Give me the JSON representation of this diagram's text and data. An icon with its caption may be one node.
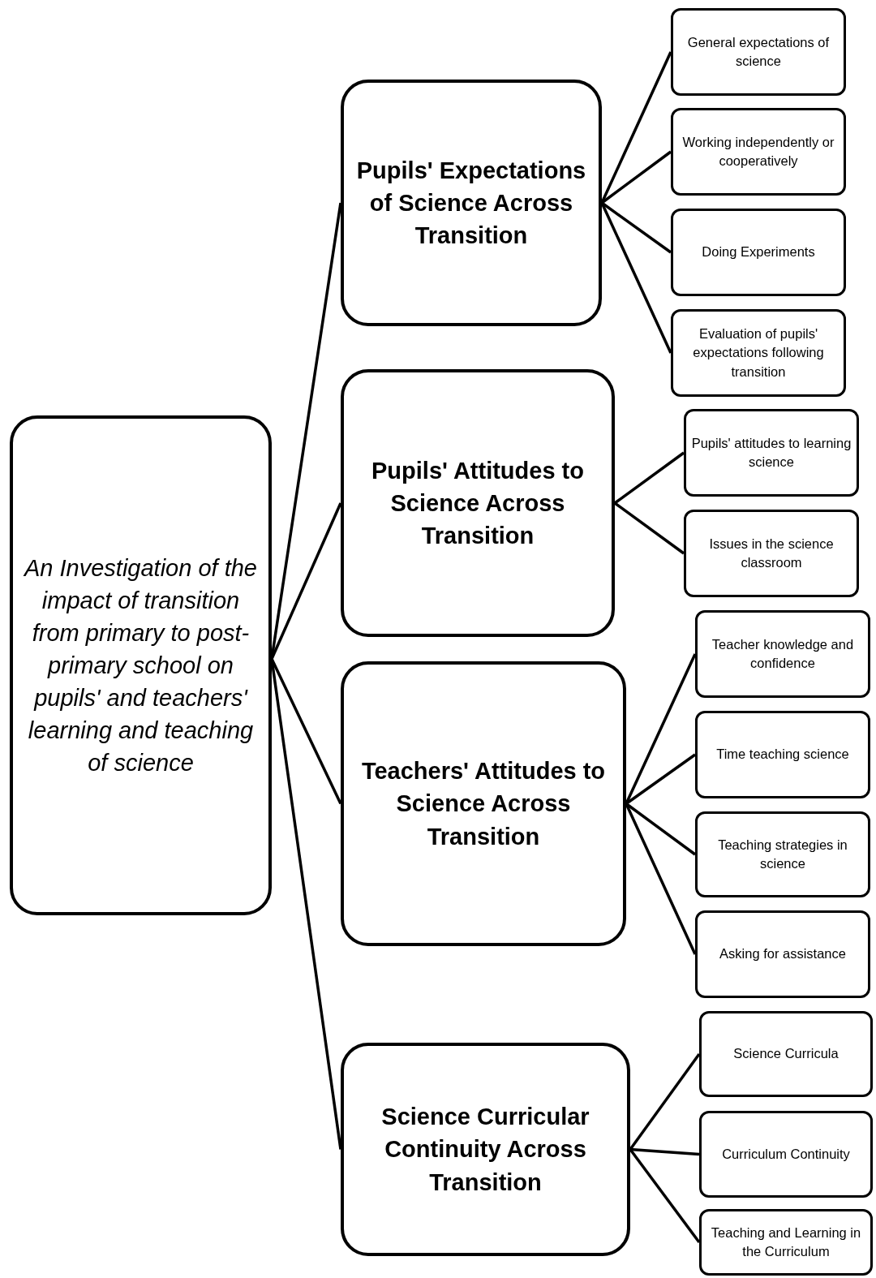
{
  "diagram": {
    "nodes": [
      {
        "text": [
          "An Investigation of the impact of transition from primary to post-primary school on pupils' and teachers' learning and teaching of science"
        ]
      },
      {
        "text": [
          "Pupils' Expectations of Science Across Transition"
        ]
      },
      {
        "text": [
          "General expectations of science"
        ]
      },
      {
        "text": [
          "Working independently or cooperatively"
        ]
      },
      {
        "text": [
          "Doing Experiments"
        ]
      },
      {
        "text": [
          "Evaluation of pupils' expectations following transition"
        ]
      },
      {
        "text": [
          "Pupils' Attitudes to Science Across Transition"
        ]
      },
      {
        "text": [
          "Pupils' attitudes to learning science"
        ]
      },
      {
        "text": [
          "Issues in the science classroom"
        ]
      },
      {
        "text": [
          "Teachers' Attitudes to Science Across Transition"
        ]
      },
      {
        "text": [
          "Teacher knowledge and confidence"
        ]
      },
      {
        "text": [
          "Time teaching science"
        ]
      },
      {
        "text": [
          "Teaching strategies in science"
        ]
      },
      {
        "text": [
          "Asking for assistance"
        ]
      },
      {
        "text": [
          "Science Curricular Continuity Across Transition"
        ]
      },
      {
        "text": [
          "Science Curricula"
        ]
      },
      {
        "text": [
          "Curriculum Continuity"
        ]
      },
      {
        "text": [
          "Teaching and Learning in the Curriculum"
        ]
      }
    ],
    "edges": [
      {
        "from": 0,
        "to": 1,
        "arrow": "none"
      },
      {
        "from": 0,
        "to": 6,
        "arrow": "none"
      },
      {
        "from": 0,
        "to": 9,
        "arrow": "none"
      },
      {
        "from": 0,
        "to": 14,
        "arrow": "none"
      },
      {
        "from": 1,
        "to": 2,
        "arrow": "none"
      },
      {
        "from": 1,
        "to": 3,
        "arrow": "none"
      },
      {
        "from": 1,
        "to": 4,
        "arrow": "none"
      },
      {
        "from": 1,
        "to": 5,
        "arrow": "none"
      },
      {
        "from": 6,
        "to": 7,
        "arrow": "none"
      },
      {
        "from": 6,
        "to": 8,
        "arrow": "none"
      },
      {
        "from": 9,
        "to": 10,
        "arrow": "none"
      },
      {
        "from": 9,
        "to": 11,
        "arrow": "none"
      },
      {
        "from": 9,
        "to": 12,
        "arrow": "none"
      },
      {
        "from": 9,
        "to": 13,
        "arrow": "none"
      },
      {
        "from": 14,
        "to": 15,
        "arrow": "none"
      },
      {
        "from": 14,
        "to": 16,
        "arrow": "none"
      },
      {
        "from": 14,
        "to": 17,
        "arrow": "none"
      }
    ]
  }
}
